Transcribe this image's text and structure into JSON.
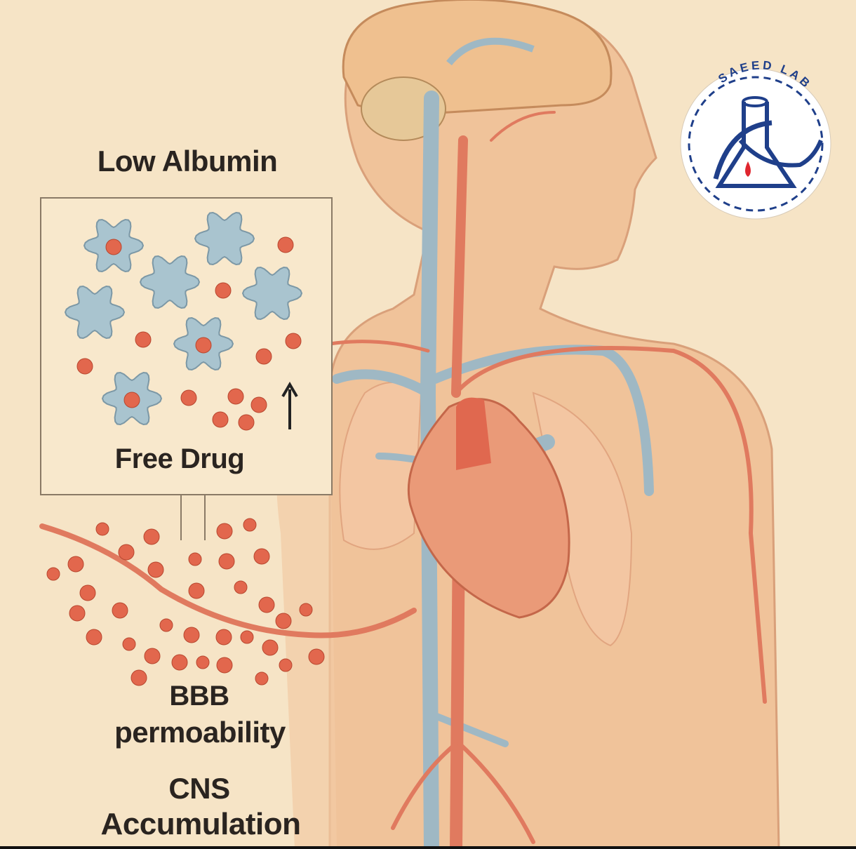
{
  "title": "Low Albumin",
  "inset": {
    "label": "Free Drug",
    "arrow_icon": "up-arrow-icon"
  },
  "labels": {
    "bbb_line1": "BBB",
    "bbb_line2": "permoability",
    "cns_line1": "CNS",
    "cns_line2": "Accumulation"
  },
  "logo": {
    "text": "SAEED LAB",
    "color": "#1f3f8a",
    "accent": "#e0262e"
  },
  "colors": {
    "background": "#f6e4c6",
    "albumin": "#a9c4cf",
    "drug": "#e2674d",
    "artery": "#e07a5f",
    "vein": "#9fb8c4",
    "skin": "#f0c49c"
  }
}
